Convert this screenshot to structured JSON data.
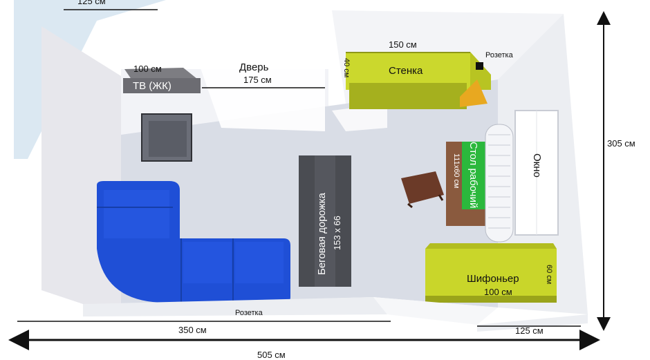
{
  "plan": {
    "dims": {
      "top_left": "125 см",
      "right_height": "305 см",
      "bottom_left": "350 см",
      "bottom_right": "125 см",
      "bottom_total": "505 см"
    },
    "door": {
      "title": "Дверь",
      "width": "175 см"
    },
    "tv": {
      "label": "ТВ (ЖК)",
      "width": "100 см"
    },
    "wall_unit": {
      "label": "Стенка",
      "width": "150 см",
      "depth": "40 см"
    },
    "socket_top": "Розетка",
    "socket_bottom": "Розетка",
    "desk": {
      "label": "Стол рабочий",
      "size": "111x60 см"
    },
    "window": "Окно",
    "treadmill": {
      "label": "Беговая дорожка",
      "size": "153 x 66"
    },
    "wardrobe": {
      "label": "Шифоньер",
      "width": "100 см",
      "depth": "60 см"
    }
  }
}
